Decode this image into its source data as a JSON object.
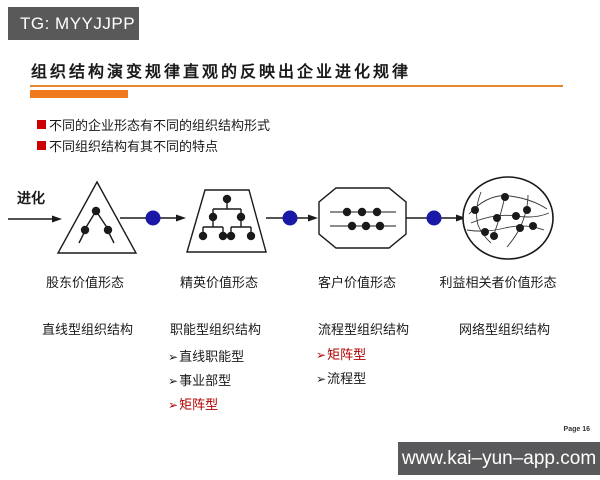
{
  "header_box": {
    "label": "TG: MYYJJPP"
  },
  "title": "组织结构演变规律直观的反映出企业进化规律",
  "bullets": [
    "不同的企业形态有不同的组织结构形式",
    "不同组织结构有其不同的特点"
  ],
  "evolution_label": "进化",
  "list_marker": "➢",
  "stages": [
    {
      "shape": "triangle",
      "value_form": "股东价值形态",
      "structure_title": "直线型组织结构",
      "items": []
    },
    {
      "shape": "trapezoid",
      "value_form": "精英价值形态",
      "structure_title": "职能型组织结构",
      "items": [
        {
          "text": "直线职能型",
          "highlighted": false
        },
        {
          "text": "事业部型",
          "highlighted": false
        },
        {
          "text": "矩阵型",
          "highlighted": true
        }
      ]
    },
    {
      "shape": "octagon",
      "value_form": "客户价值形态",
      "structure_title": "流程型组织结构",
      "items": [
        {
          "text": "矩阵型",
          "highlighted": true
        },
        {
          "text": "流程型",
          "highlighted": false
        }
      ]
    },
    {
      "shape": "network-circle",
      "value_form": "利益相关者价值形态",
      "structure_title": "网络型组织结构",
      "items": []
    }
  ],
  "page_label": "Page 16",
  "footer_watermark": "www.kai–yun–app.com",
  "colors": {
    "accent_orange": "#f0781e",
    "connector_blue": "#1a18a6",
    "highlight_red": "#b00000",
    "bullet_red": "#cc0000",
    "watermark_gray": "#59595b"
  }
}
